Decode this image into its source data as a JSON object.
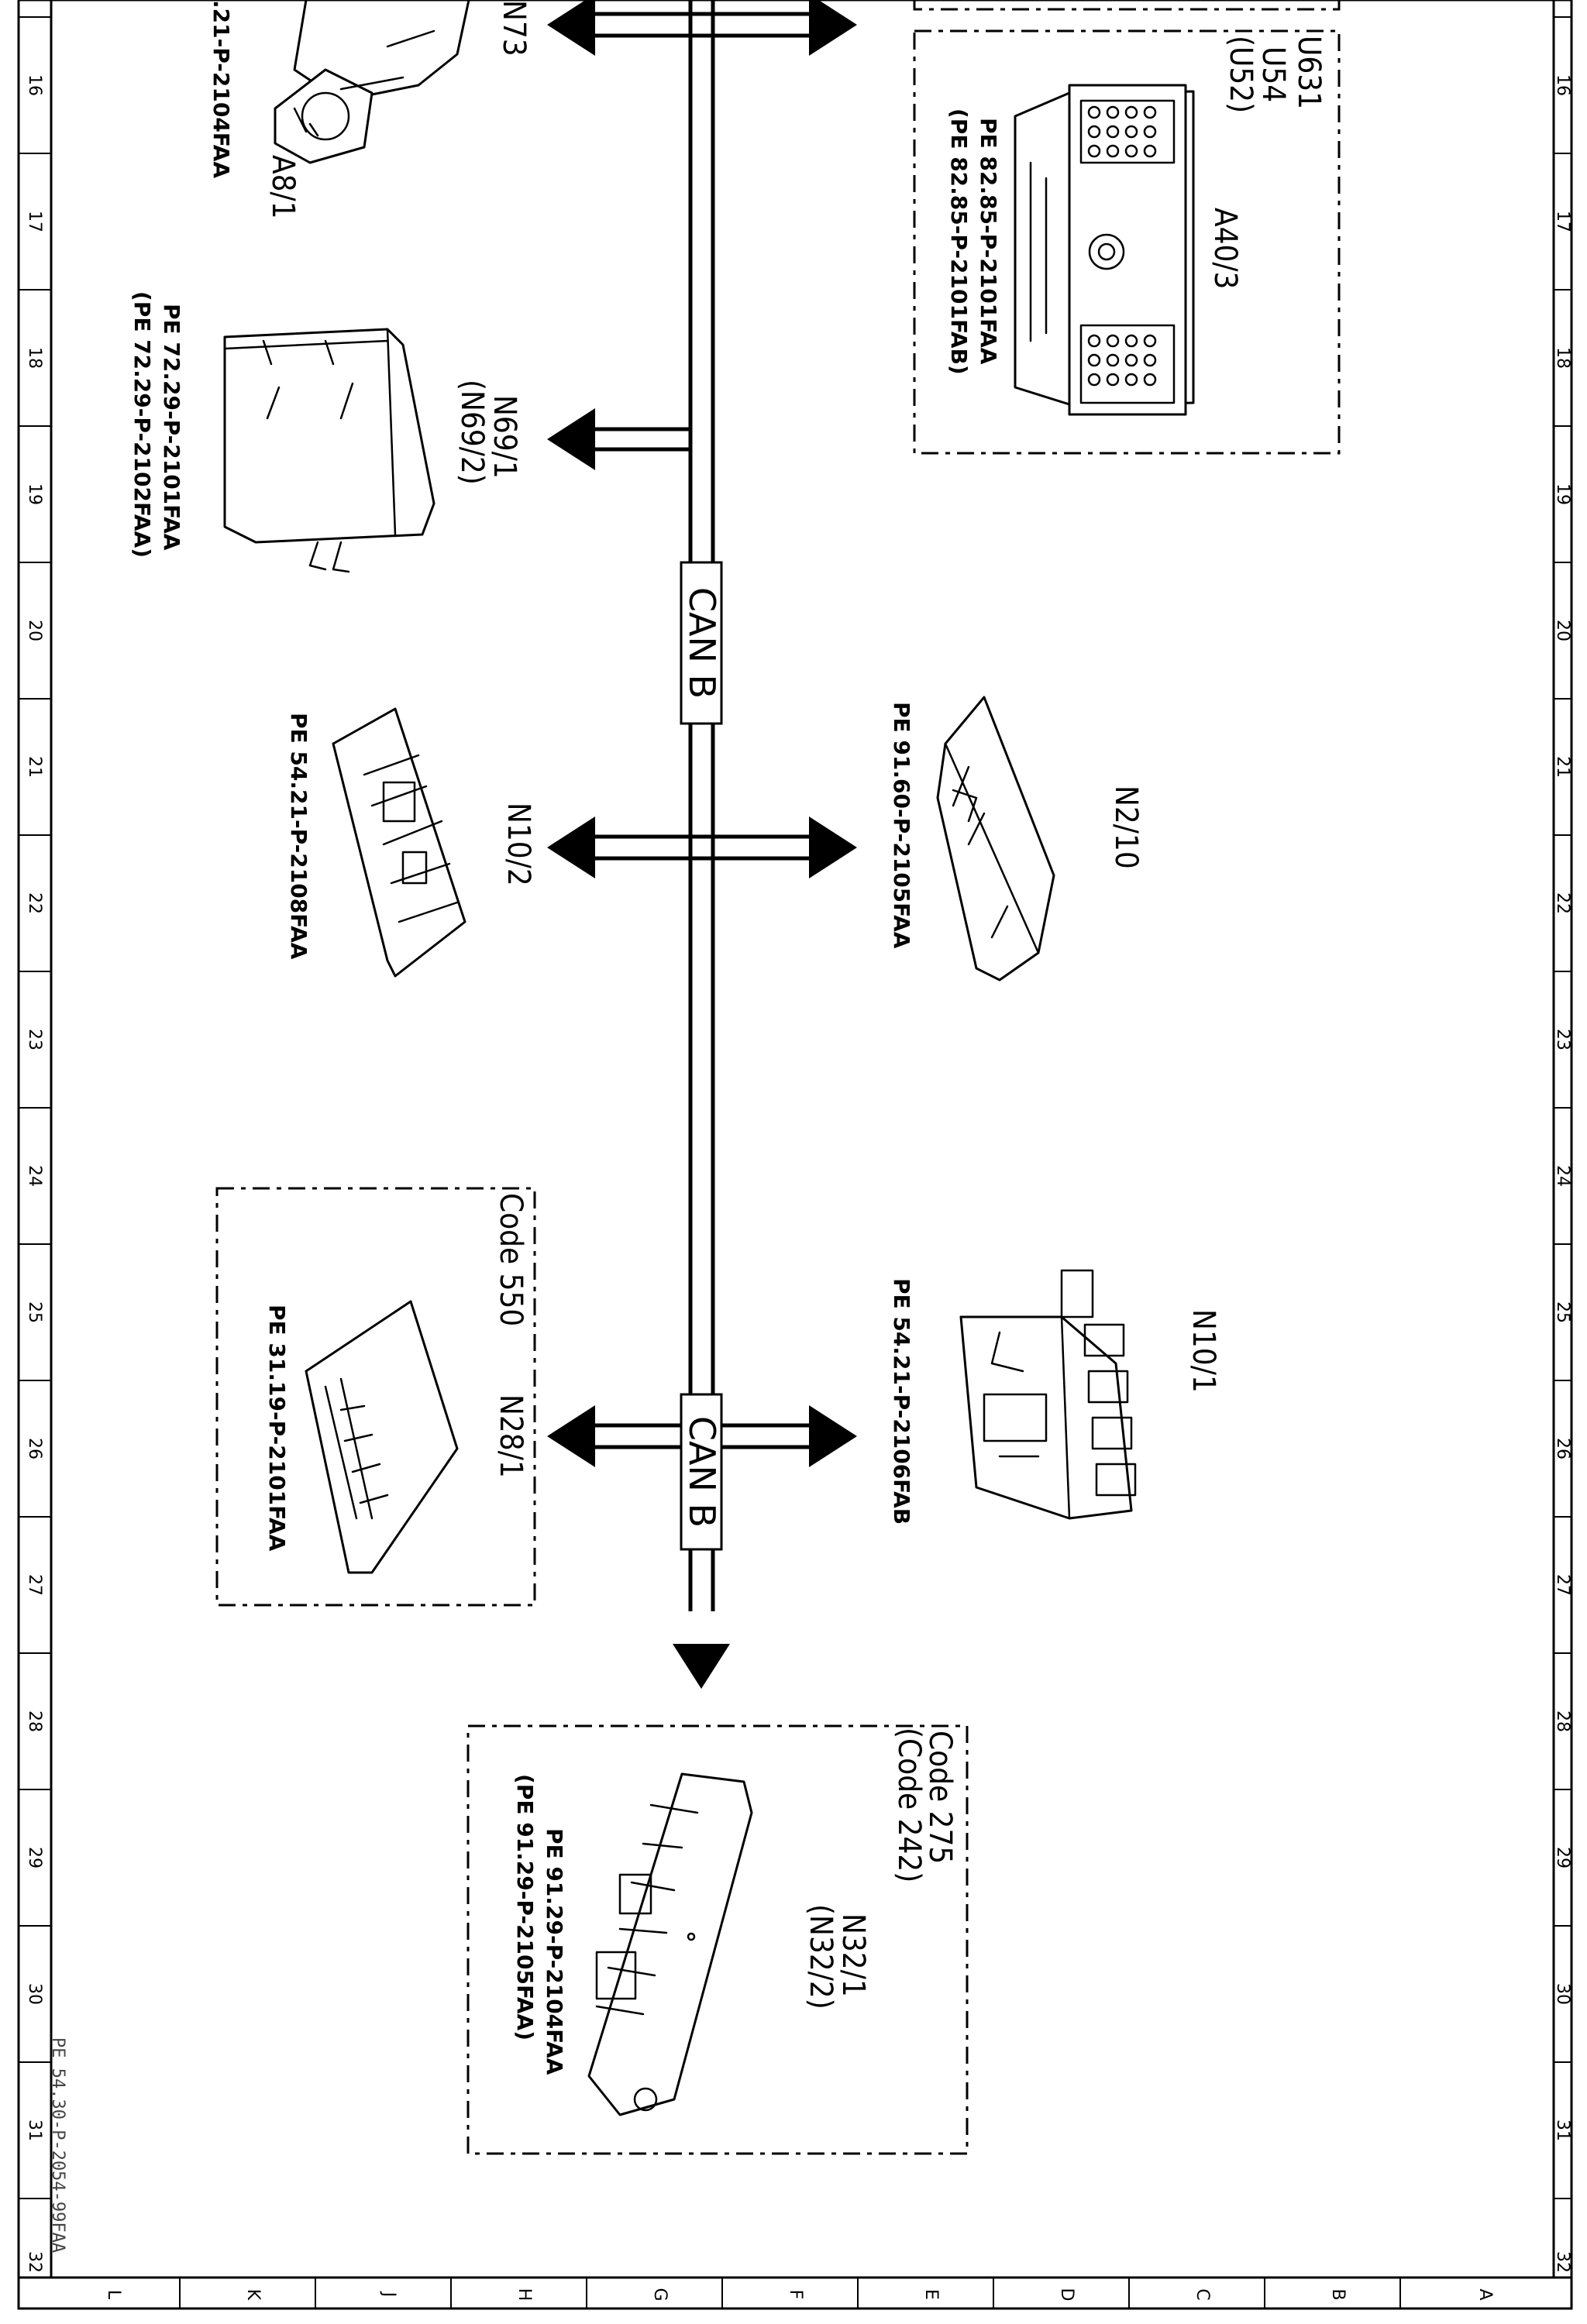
{
  "grid": {
    "columns": [
      "16",
      "17",
      "18",
      "19",
      "20",
      "21",
      "22",
      "23",
      "24",
      "25",
      "26",
      "27",
      "28",
      "29",
      "30",
      "31",
      "32"
    ],
    "rows": [
      "L",
      "K",
      "J",
      "H",
      "G",
      "F",
      "E",
      "D",
      "C",
      "B",
      "A"
    ]
  },
  "bus": {
    "label_top": "CAN B",
    "label_bottom": "CAN B"
  },
  "components": {
    "n73": {
      "label": "N73"
    },
    "a8_1": {
      "label": "A8/1",
      "ref": ".21-P-2104FAA"
    },
    "u631": {
      "codes": [
        "U631",
        "U54",
        "(U52)"
      ]
    },
    "a40_3": {
      "label": "A40/3",
      "refs": [
        "PE 82.85-P-2101FAA",
        "(PE 82.85-P-2101FAB)"
      ]
    },
    "n69_1": {
      "label": "N69/1",
      "label2": "(N69/2)",
      "refs": [
        "PE 72.29-P-2101FAA",
        "(PE 72.29-P-2102FAA)"
      ]
    },
    "n10_2": {
      "label": "N10/2",
      "ref": "PE 54.21-P-2108FAA"
    },
    "n2_10": {
      "label": "N2/10",
      "ref": "PE 91.60-P-2105FAA"
    },
    "n28_1": {
      "label": "N28/1",
      "code": "Code 550",
      "ref": "PE 31.19-P-2101FAA"
    },
    "n10_1": {
      "label": "N10/1",
      "ref": "PE 54.21-P-2106FAB"
    },
    "n32_1": {
      "label": "N32/1",
      "label2": "(N32/2)",
      "codes": [
        "Code 275",
        "(Code 242)"
      ],
      "refs": [
        "PE 91.29-P-2104FAA",
        "(PE 91.29-P-2105FAA)"
      ]
    }
  },
  "footer": {
    "doc_id": "PE 54.30-P-2054-99FAA"
  }
}
